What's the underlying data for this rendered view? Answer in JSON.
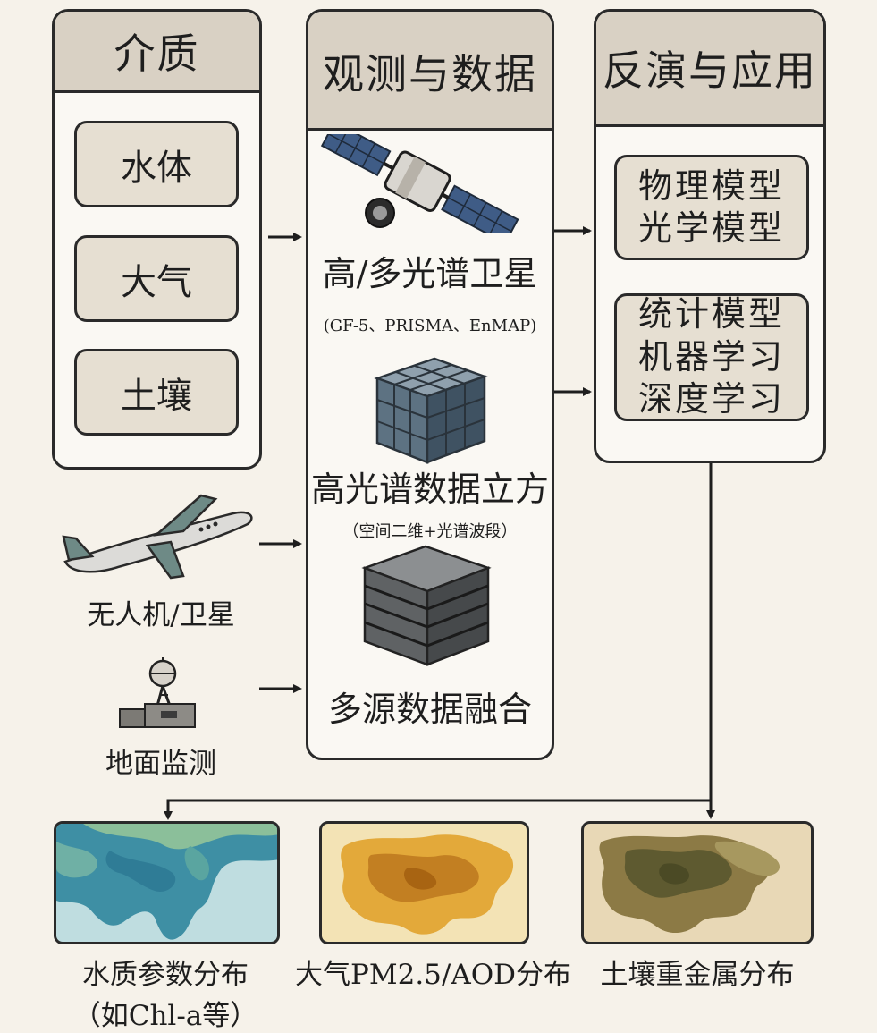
{
  "medium": {
    "title": "介质",
    "items": [
      "水体",
      "大气",
      "土壤"
    ]
  },
  "observation": {
    "title": "观测与数据",
    "satellite_label": "高/多光谱卫星",
    "satellite_note": "(GF-5、PRISMA、EnMAP)",
    "cube_label": "高光谱数据立方",
    "cube_note": "（空间二维+光谱波段）",
    "fusion_label": "多源数据融合"
  },
  "inversion": {
    "title": "反演与应用",
    "physical_models": [
      "物理模型",
      "光学模型"
    ],
    "statistical_models": [
      "统计模型",
      "机器学习",
      "深度学习"
    ]
  },
  "platforms": {
    "uav_label": "无人机/卫星",
    "ground_label": "地面监测"
  },
  "outputs": [
    {
      "label": "水质参数分布",
      "note": "（如Chl-a等）"
    },
    {
      "label": "大气PM2.5/AOD分布"
    },
    {
      "label": "土壤重金属分布"
    }
  ]
}
